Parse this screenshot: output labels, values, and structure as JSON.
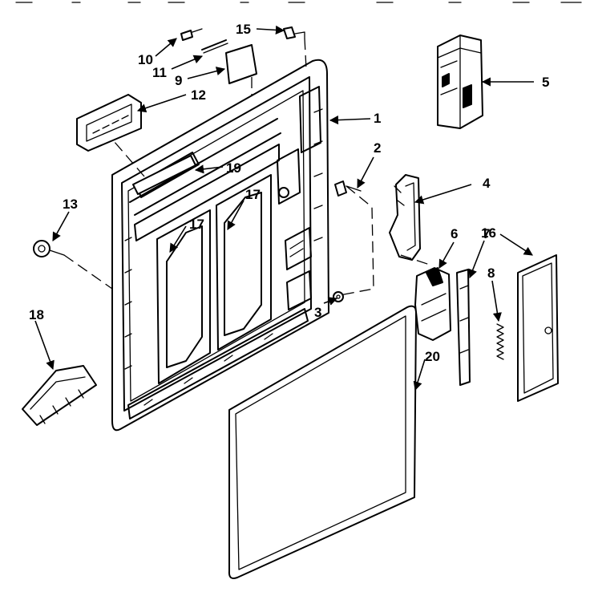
{
  "callouts": {
    "c1": "1",
    "c2": "2",
    "c3": "3",
    "c4": "4",
    "c5": "5",
    "c6": "6",
    "c7": "7",
    "c8": "8",
    "c9": "9",
    "c10": "10",
    "c11": "11",
    "c12": "12",
    "c13": "13",
    "c15": "15",
    "c16": "16",
    "c17a": "17",
    "c17b": "17",
    "c18": "18",
    "c19": "19",
    "c20": "20"
  }
}
